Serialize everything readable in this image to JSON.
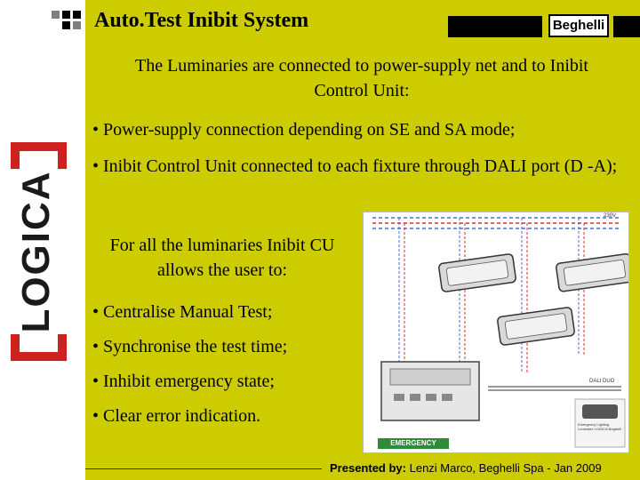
{
  "header": {
    "title": "Auto.Test Inibit System",
    "brand": "Beghelli"
  },
  "sidebar": {
    "logo_text": "LOGICA"
  },
  "content": {
    "intro": "The Luminaries are connected to power-supply net and to Inibit Control Unit:",
    "bullet_1": "• Power-supply connection depending on SE and SA mode;",
    "bullet_2": "• Inibit Control Unit connected to each fixture through DALI port (D -A);",
    "subheading": "For all the luminaries Inibit CU allows the user  to:",
    "bullet_3": "• Centralise Manual Test;",
    "bullet_4": "• Synchronise the test time;",
    "bullet_5": "• Inhibit emergency state;",
    "bullet_6": "• Clear error indication."
  },
  "diagram": {
    "voltage_label": "230V",
    "dali_label": "DALI DUO",
    "badge_label": "EMERGENCY",
    "inset_caption": "Emergency Lighting Luminaire LOGICA Beghelli"
  },
  "footer": {
    "presented_label": "Presented by:",
    "presenter": "Lenzi Marco, Beghelli Spa - Jan 2009"
  },
  "colors": {
    "background": "#cccc00",
    "logo_red": "#cc2222",
    "wire_blue": "#4a6ed0",
    "wire_red": "#d03030",
    "badge_green": "#2e8b3a"
  }
}
